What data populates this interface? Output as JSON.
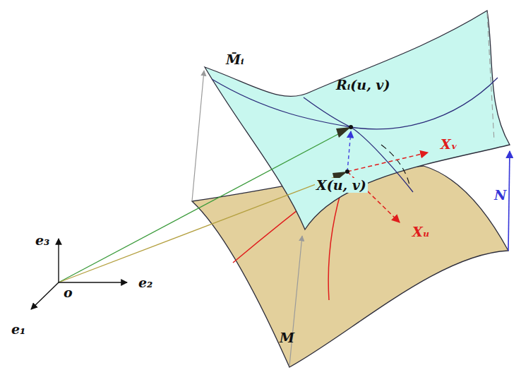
{
  "diagram": {
    "labels": [
      "M̄ᵢ",
      "Rᵢ(u, v)",
      "X(u, v)",
      "Xᵥ",
      "Xᵤ",
      "N",
      "M",
      "e₃",
      "e₂",
      "e₁",
      "o"
    ]
  }
}
